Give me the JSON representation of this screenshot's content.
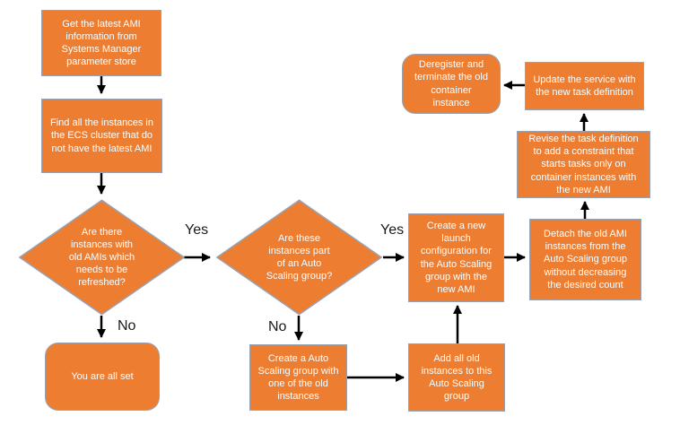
{
  "colors": {
    "node_fill": "#ED7D31",
    "node_border": "#97A3B5",
    "node_text": "#FFFFFF",
    "arrow": "#000000",
    "edge_label_text": "#1A1A1A",
    "background": "#FFFFFF"
  },
  "nodes": [
    {
      "id": "get-latest-ami",
      "type": "process",
      "text": "Get the latest AMI\ninformation from\nSystems Manager\nparameter store"
    },
    {
      "id": "find-instances",
      "type": "process",
      "text": "Find all the instances in\nthe ECS cluster that do\nnot have the latest AMI"
    },
    {
      "id": "old-amis-decision",
      "type": "decision",
      "text": "Are there\ninstances with\nold AMIs which\nneeds to be\nrefreshed?"
    },
    {
      "id": "all-set",
      "type": "terminator",
      "text": "You are all set"
    },
    {
      "id": "asg-decision",
      "type": "decision",
      "text": "Are these\ninstances part\nof an Auto\nScaling group?"
    },
    {
      "id": "create-asg",
      "type": "process",
      "text": "Create a Auto\nScaling group with\none of the old\ninstances"
    },
    {
      "id": "add-old-instances",
      "type": "process",
      "text": "Add all old\ninstances to this\nAuto Scaling\ngroup"
    },
    {
      "id": "create-launch-config",
      "type": "process",
      "text": "Create a new\nlaunch\nconfiguration for\nthe Auto Scaling\ngroup with the\nnew AMI"
    },
    {
      "id": "detach-old-ami",
      "type": "process",
      "text": "Detach the old AMI\ninstances from the\nAuto Scaling group\nwithout  decreasing\nthe desired count"
    },
    {
      "id": "revise-task-def",
      "type": "process",
      "text": "Revise the task definition\nto add a constraint that\nstarts tasks only on\ncontainer instances with\nthe new AMI"
    },
    {
      "id": "update-service",
      "type": "process",
      "text": "Update the service with\nthe new task definition"
    },
    {
      "id": "deregister-terminate",
      "type": "terminator",
      "text": "Deregister and\nterminate the old\ncontainer\ninstance"
    }
  ],
  "edge_labels": [
    {
      "id": "yes-old-amis",
      "text": "Yes"
    },
    {
      "id": "no-old-amis",
      "text": "No"
    },
    {
      "id": "yes-asg",
      "text": "Yes"
    },
    {
      "id": "no-asg",
      "text": "No"
    }
  ]
}
